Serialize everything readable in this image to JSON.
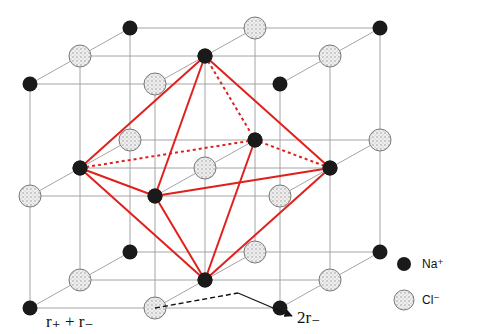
{
  "diagram": {
    "labels": [
      "r₊ + r₋",
      "2r₋"
    ],
    "legend": [
      {
        "text": "Na⁺",
        "color": "#1a1a1a"
      },
      {
        "text": "Cl⁻"
      }
    ]
  }
}
